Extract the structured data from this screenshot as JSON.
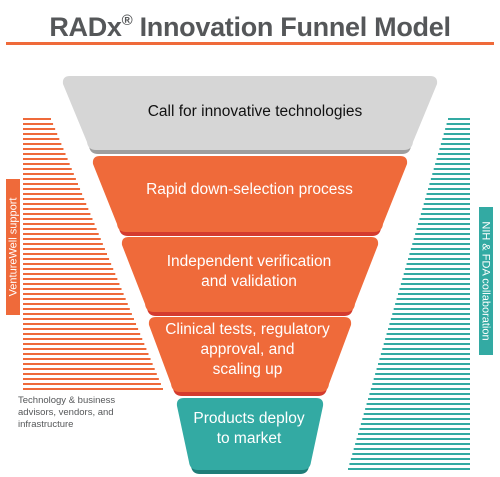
{
  "title": {
    "name": "RADx",
    "mark": "®",
    "rest": " Innovation Funnel Model"
  },
  "colors": {
    "title_text": "#555759",
    "accent_orange": "#ef6a3a",
    "accent_orange_shadow": "#d43b2e",
    "stage_grey": "#d6d6d6",
    "stage_grey_shadow": "#9e9e9e",
    "stage_teal": "#33aaa3",
    "stage_teal_shadow": "#1f7d78",
    "side_teal": "#33aaa3"
  },
  "stages": [
    {
      "label": "Call for innovative technologies",
      "color": "grey"
    },
    {
      "label": "Rapid down-selection process",
      "color": "orange"
    },
    {
      "label": "Independent verification\nand validation",
      "color": "orange"
    },
    {
      "label": "Clinical tests, regulatory\napproval, and\nscaling up",
      "color": "orange"
    },
    {
      "label": "Products deploy\nto market",
      "color": "teal"
    }
  ],
  "left_side": {
    "label": "VentureWell support",
    "note": "Technology & business\nadvisors, vendors, and\ninfrastructure"
  },
  "right_side": {
    "label": "NIH & FDA collaboration"
  }
}
